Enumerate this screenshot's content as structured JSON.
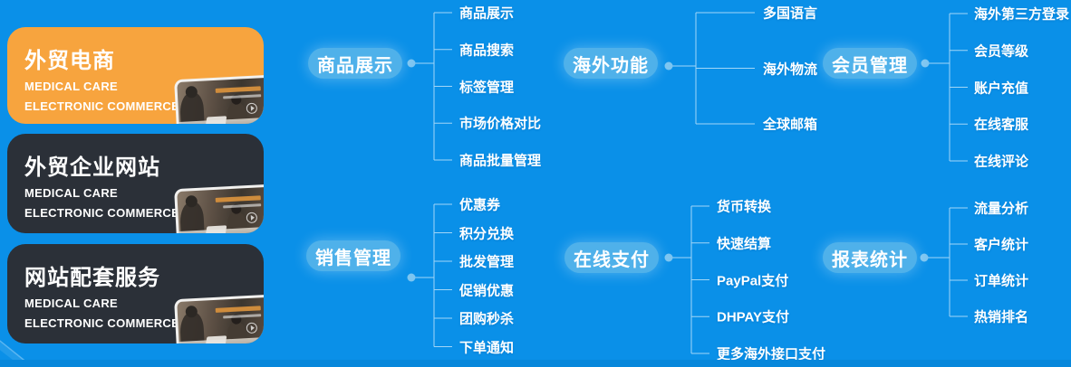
{
  "colors": {
    "background": "#0a90e8",
    "background_bottom": "#0787db",
    "pill": "#4fb1ea",
    "dot": "#7cc5f1",
    "connector": "#cde9fb",
    "card_orange": "#f7a43e",
    "card_dark": "#2b3038",
    "text": "#ffffff",
    "thumb_headline_orange": "#cf8c3c"
  },
  "cards": [
    {
      "title": "外贸电商",
      "subtitle1": "MEDICAL CARE",
      "subtitle2": "ELECTRONIC COMMERCE",
      "state": "selected"
    },
    {
      "title": "外贸企业网站",
      "subtitle1": "MEDICAL CARE",
      "subtitle2": "ELECTRONIC COMMERCE",
      "state": "normal"
    },
    {
      "title": "网站配套服务",
      "subtitle1": "MEDICAL CARE",
      "subtitle2": "ELECTRONIC COMMERCE",
      "state": "normal"
    }
  ],
  "tree": {
    "groups": [
      {
        "label": "商品展示",
        "children": [
          "商品展示",
          "商品搜索",
          "标签管理",
          "市场价格对比",
          "商品批量管理"
        ]
      },
      {
        "label": "海外功能",
        "children": [
          "多国语言",
          "海外物流",
          "全球邮箱"
        ]
      },
      {
        "label": "会员管理",
        "children": [
          "海外第三方登录",
          "会员等级",
          "账户充值",
          "在线客服",
          "在线评论"
        ]
      },
      {
        "label": "销售管理",
        "children": [
          "优惠券",
          "积分兑换",
          "批发管理",
          "促销优惠",
          "团购秒杀",
          "下单通知"
        ]
      },
      {
        "label": "在线支付",
        "children": [
          "货币转换",
          "快速结算",
          "PayPal支付",
          "DHPAY支付",
          "更多海外接口支付"
        ]
      },
      {
        "label": "报表统计",
        "children": [
          "流量分析",
          "客户统计",
          "订单统计",
          "热销排名"
        ]
      }
    ]
  }
}
